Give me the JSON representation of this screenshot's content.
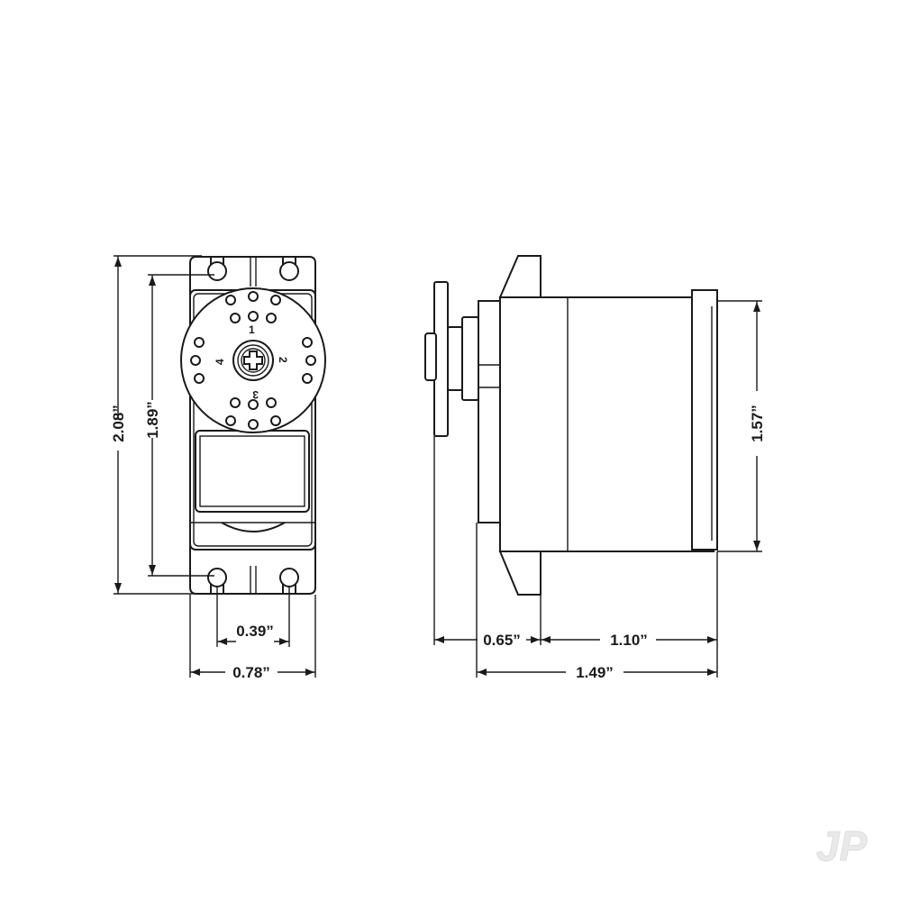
{
  "dimensions": {
    "front_total_height": "2.08”",
    "front_mount_spacing": "1.89”",
    "front_hole_spacing": "0.39”",
    "front_width": "0.78”",
    "side_height": "1.57”",
    "side_horn_offset": "0.65”",
    "side_body_depth": "1.10”",
    "side_total_depth": "1.49”"
  },
  "horn_numbers": [
    "1",
    "2",
    "3",
    "4"
  ],
  "watermark": "JP",
  "colors": {
    "line": "#1a1a1a",
    "background": "#ffffff",
    "watermark": "#e9e9e9"
  }
}
